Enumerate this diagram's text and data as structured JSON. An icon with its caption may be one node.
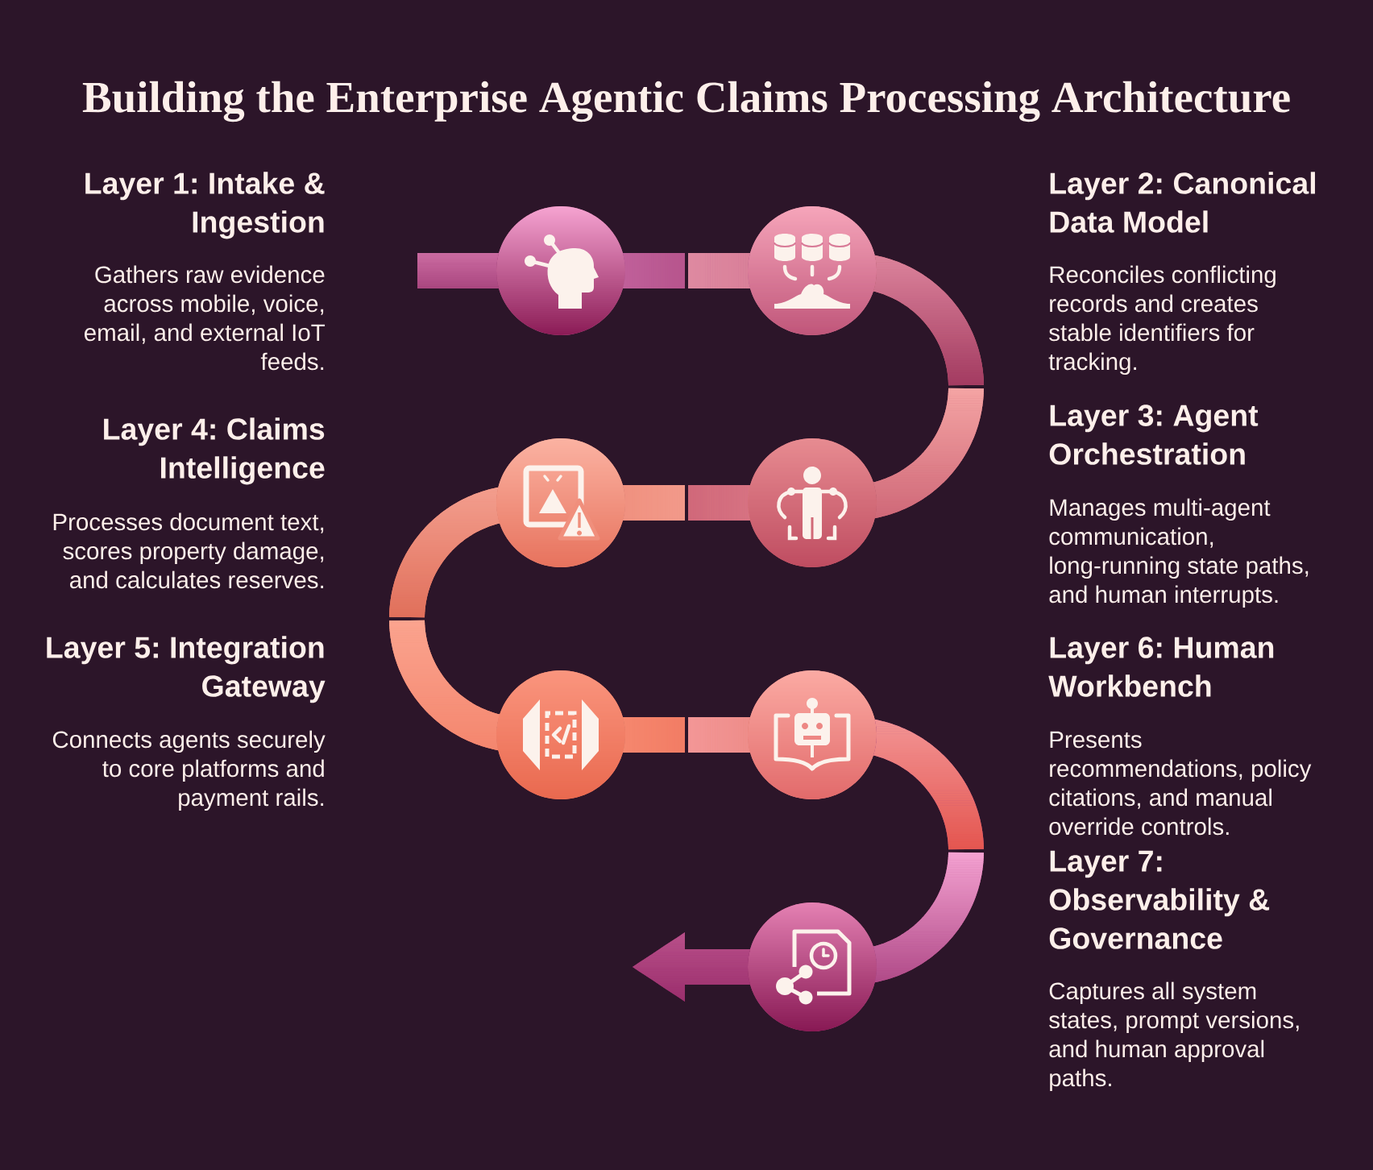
{
  "diagram": {
    "title": "Building the Enterprise Agentic Claims Processing Architecture",
    "nodes": [
      {
        "text": [],
        "shape": "circle",
        "beside": [
          "Layer 1: Intake & Ingestion",
          "Gathers raw evidence across mobile, voice, email, and external IoT feeds."
        ]
      },
      {
        "text": [],
        "shape": "circle",
        "beside": [
          "Layer 2: Canonical Data Model",
          "Reconciles conflicting records and creates stable identifiers for tracking."
        ]
      },
      {
        "text": [],
        "shape": "circle",
        "beside": [
          "Layer 3: Agent Orchestration",
          "Manages multi-agent communication, long-running state paths, and human interrupts."
        ]
      },
      {
        "text": [],
        "shape": "circle",
        "beside": [
          "Layer 4: Claims Intelligence",
          "Processes document text, scores property damage, and calculates reserves."
        ]
      },
      {
        "text": [],
        "shape": "circle",
        "beside": [
          "Layer 5: Integration Gateway",
          "Connects agents securely to core platforms and payment rails."
        ]
      },
      {
        "text": [],
        "shape": "circle",
        "beside": [
          "Layer 6: Human Workbench",
          "Presents recommendations, policy citations, and manual override controls."
        ]
      },
      {
        "text": [],
        "shape": "circle",
        "beside": [
          "Layer 7: Observability & Governance",
          "Captures all system states, prompt versions, and human approval paths."
        ]
      }
    ],
    "edges": [
      {
        "from": null,
        "to": 0,
        "arrow": "none"
      },
      {
        "from": 0,
        "to": 1,
        "arrow": "none"
      },
      {
        "from": 1,
        "to": 2,
        "arrow": "none"
      },
      {
        "from": 2,
        "to": 3,
        "arrow": "none"
      },
      {
        "from": 3,
        "to": 4,
        "arrow": "none"
      },
      {
        "from": 4,
        "to": 5,
        "arrow": "none"
      },
      {
        "from": 5,
        "to": 6,
        "arrow": "none"
      },
      {
        "from": 6,
        "to": null,
        "arrow": "to"
      }
    ]
  }
}
